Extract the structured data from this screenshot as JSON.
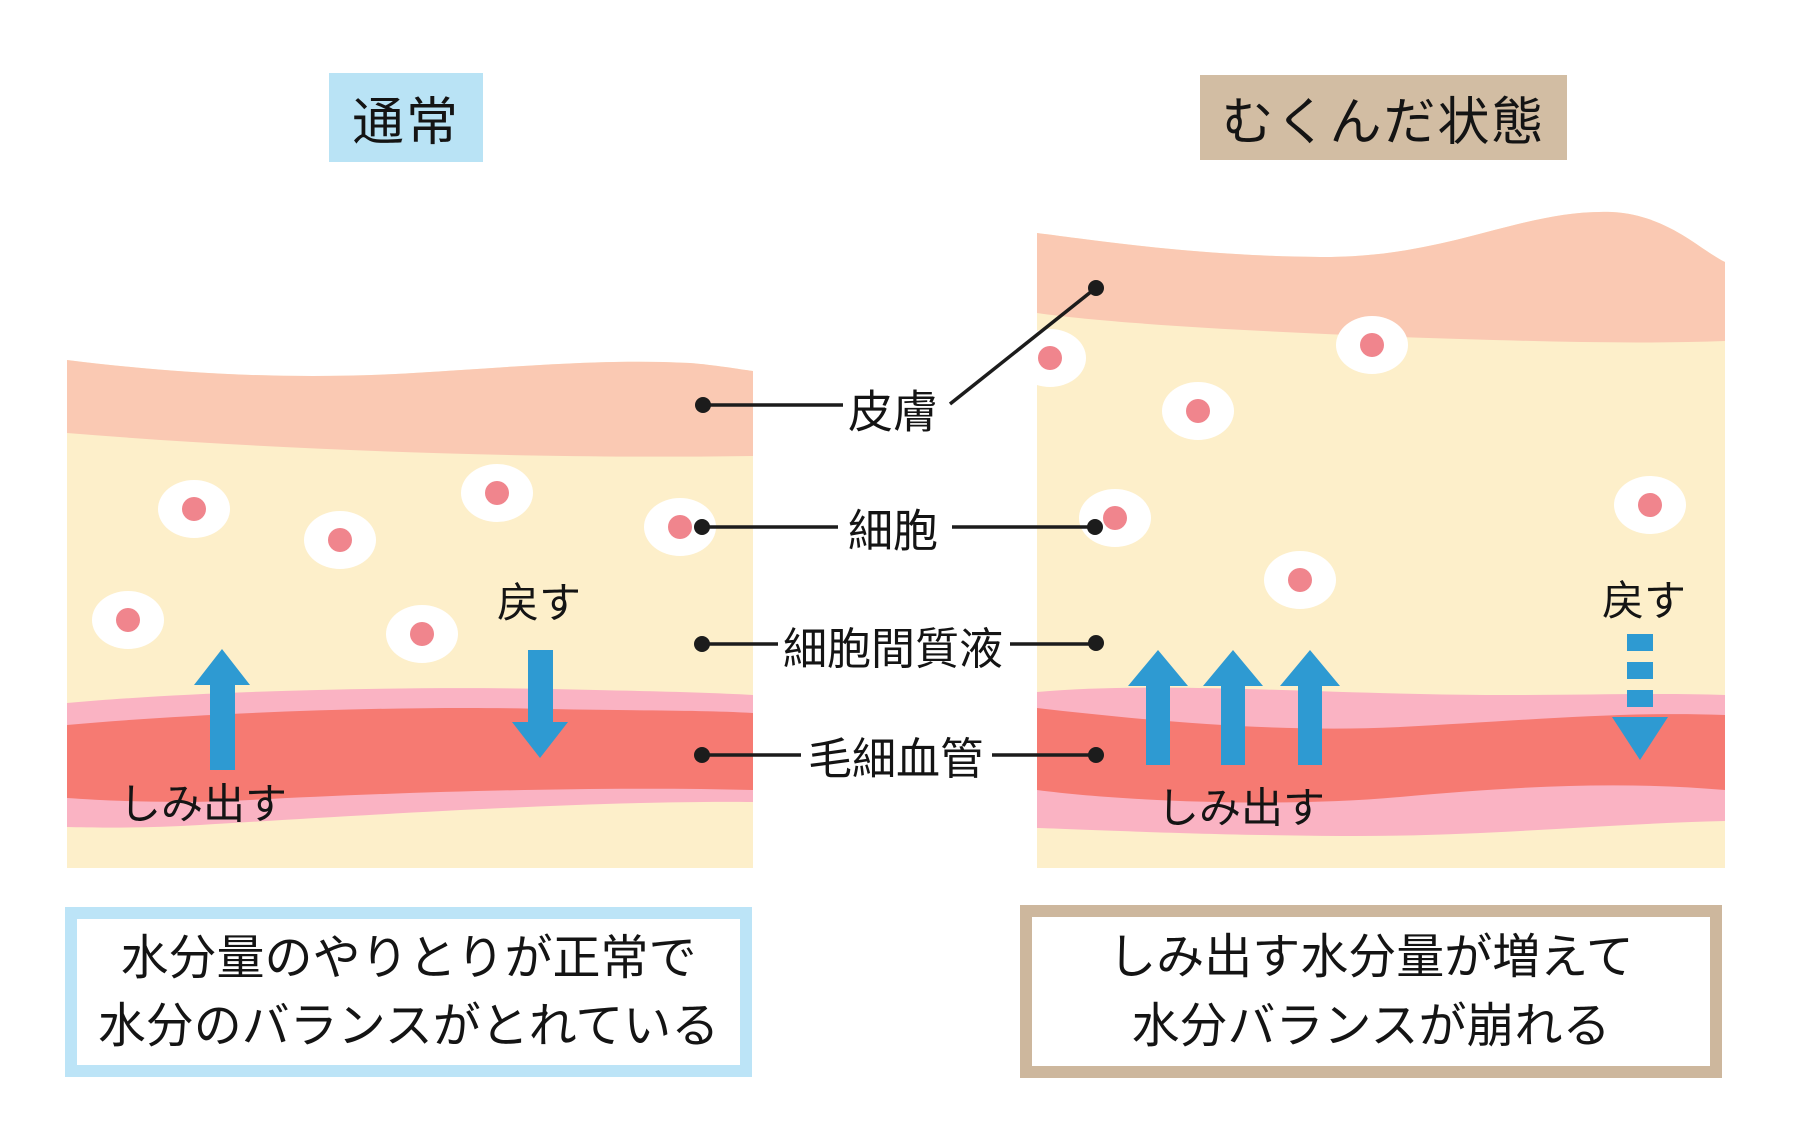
{
  "left_panel": {
    "title": "通常",
    "seep_out_label": "しみ出す",
    "return_label": "戻す",
    "caption_line1": "水分量のやりとりが正常で",
    "caption_line2": "水分のバランスがとれている"
  },
  "right_panel": {
    "title": "むくんだ状態",
    "seep_out_label": "しみ出す",
    "return_label": "戻す",
    "caption_line1": "しみ出す水分量が増えて",
    "caption_line2": "水分バランスが崩れる"
  },
  "layer_labels": {
    "skin": "皮膚",
    "cell": "細胞",
    "interstitial_fluid": "細胞間質液",
    "capillary": "毛細血管"
  },
  "colors": {
    "normal_accent_blue": "#b9e3f5",
    "swollen_accent_tan": "#d2bda3",
    "caption_border_blue": "#bce4f7",
    "caption_border_tan": "#cdb79d",
    "skin_band_pink": "#fac9b3",
    "tissue_cream": "#fdefca",
    "capillary_light_pink": "#fab3c3",
    "capillary_red": "#f67a72",
    "cell_body_white": "#ffffff",
    "cell_nucleus_pink": "#f0858d",
    "arrow_blue": "#2e9ad2",
    "line_black": "#1c1c1c"
  },
  "icons": {
    "left_seep_arrow": "up-arrow-icon",
    "left_return_arrow": "down-arrow-icon",
    "right_seep_arrows": "triple-up-arrow-icon",
    "right_return_arrow": "dashed-down-arrow-icon"
  }
}
